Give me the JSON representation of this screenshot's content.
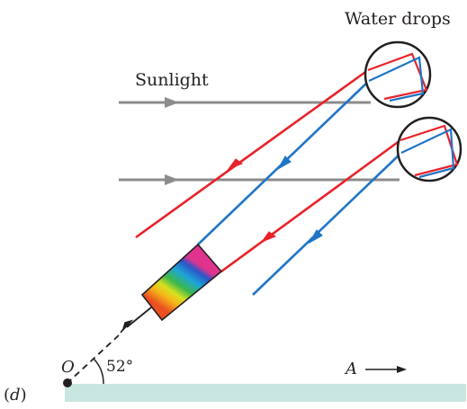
{
  "labels": {
    "water_drops": "Water drops",
    "sunlight": "Sunlight",
    "angle": "52°",
    "origin": "O",
    "direction": "A",
    "panel": "(d)"
  },
  "colors": {
    "red_ray": "#e8222a",
    "blue_ray": "#1f75c6",
    "sunlight_ray": "#8c8c8c",
    "ground": "#c9e6e0",
    "outline": "#231f20"
  }
}
